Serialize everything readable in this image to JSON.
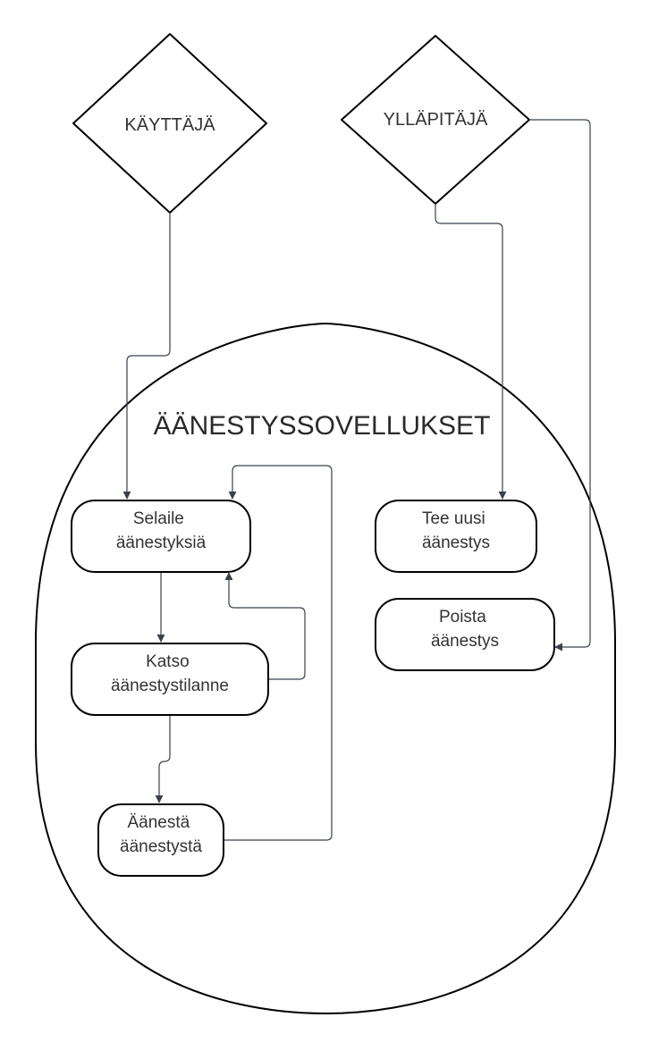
{
  "diagram": {
    "actors": {
      "user": "KÄYTTÄJÄ",
      "admin": "YLLÄPITÄJÄ"
    },
    "system": {
      "title": "ÄÄNESTYSSOVELLUKSET"
    },
    "use_cases": {
      "browse": [
        "Selaile",
        "äänestyksiä"
      ],
      "view": [
        "Katso",
        "äänestystilanne"
      ],
      "vote": [
        "Äänestä",
        "äänestystä"
      ],
      "create": [
        "Tee uusi",
        "äänestys"
      ],
      "delete": [
        "Poista",
        "äänestys"
      ]
    },
    "colors": {
      "stroke": "#000000",
      "connector": "#3a414a",
      "text": "#333333"
    }
  }
}
